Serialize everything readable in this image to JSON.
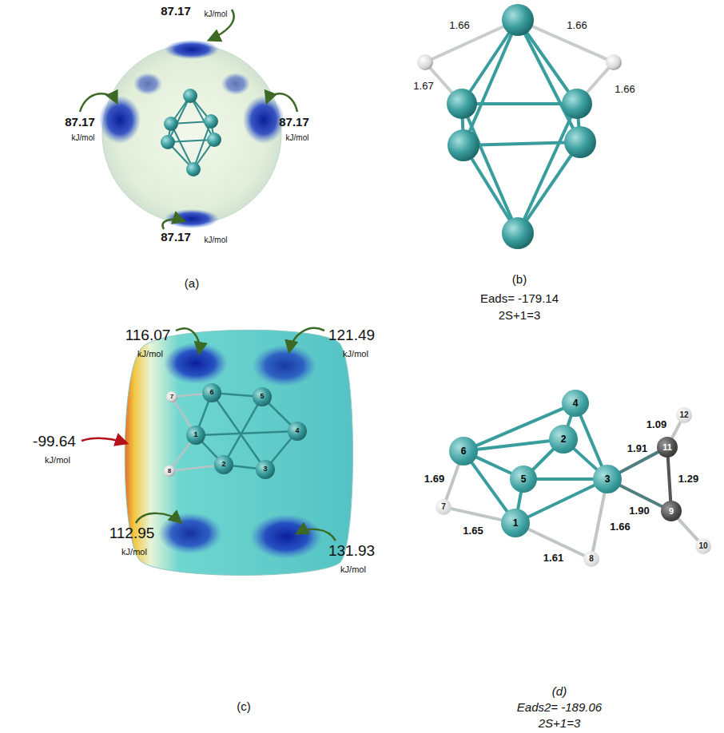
{
  "diagram": {
    "nodes": [
      {
        "text": [
          "1"
        ]
      },
      {
        "text": [
          "2"
        ]
      },
      {
        "text": [
          "3"
        ]
      },
      {
        "text": [
          "4"
        ]
      },
      {
        "text": [
          "5"
        ]
      },
      {
        "text": [
          "6"
        ]
      },
      {
        "text": [
          "7"
        ]
      },
      {
        "text": [
          "8"
        ]
      },
      {
        "text": [
          "9"
        ]
      },
      {
        "text": [
          "10"
        ]
      },
      {
        "text": [
          "11"
        ]
      },
      {
        "text": [
          "12"
        ]
      }
    ],
    "edges": [
      {
        "from": 5,
        "to": 3,
        "arrow": "none"
      },
      {
        "from": 5,
        "to": 1,
        "arrow": "none"
      },
      {
        "from": 5,
        "to": 4,
        "arrow": "none"
      },
      {
        "from": 5,
        "to": 0,
        "arrow": "none"
      },
      {
        "from": 3,
        "to": 1,
        "arrow": "none"
      },
      {
        "from": 3,
        "to": 2,
        "arrow": "none"
      },
      {
        "from": 1,
        "to": 2,
        "arrow": "none"
      },
      {
        "from": 1,
        "to": 4,
        "arrow": "none"
      },
      {
        "from": 4,
        "to": 2,
        "arrow": "none"
      },
      {
        "from": 4,
        "to": 0,
        "arrow": "none"
      },
      {
        "from": 0,
        "to": 2,
        "arrow": "none"
      },
      {
        "from": 5,
        "to": 6,
        "label": "1.69",
        "arrow": "none"
      },
      {
        "from": 6,
        "to": 0,
        "label": "1.65",
        "arrow": "none"
      },
      {
        "from": 0,
        "to": 7,
        "label": "1.61",
        "arrow": "none"
      },
      {
        "from": 7,
        "to": 2,
        "label": "1.66",
        "arrow": "none"
      },
      {
        "from": 2,
        "to": 10,
        "label": "1.91",
        "arrow": "none"
      },
      {
        "from": 2,
        "to": 8,
        "label": "1.90",
        "arrow": "none"
      },
      {
        "from": 10,
        "to": 8,
        "label": "1.29",
        "arrow": "none"
      },
      {
        "from": 10,
        "to": 11,
        "label": "1.09",
        "arrow": "none"
      },
      {
        "from": 8,
        "to": 9,
        "arrow": "none"
      }
    ],
    "labels": [
      "87.17",
      "kJ/mol",
      "87.17",
      "kJ/mol",
      "87.17",
      "kJ/mol",
      "87.17",
      "kJ/mol",
      "(a)",
      "1.66",
      "1.66",
      "1.67",
      "1.66",
      "(b)",
      "Eads= -179.14",
      "2S+1=3",
      "116.07",
      "kJ/mol",
      "121.49",
      "kJ/mol",
      "-99.64",
      "kJ/mol",
      "112.95",
      "kJ/mol",
      "131.93",
      "kJ/mol",
      "7",
      "6",
      "5",
      "1",
      "4",
      "8",
      "2",
      "3",
      "(c)",
      "(d)",
      "Eads2= -189.06",
      "2S+1=3"
    ]
  }
}
